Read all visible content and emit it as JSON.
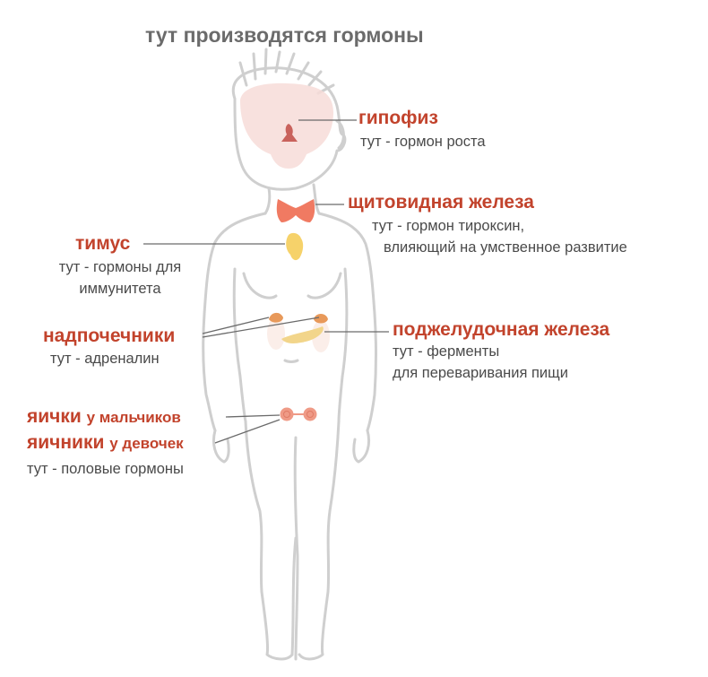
{
  "title": "тут производятся гормоны",
  "colors": {
    "label_red": "#c2432c",
    "text_grey": "#4a4a4a",
    "title_grey": "#6b6b6b",
    "outline": "#cfcfcf",
    "thyroid": "#f07a62",
    "thymus": "#f6d26a",
    "brain": "#f7dcd8",
    "pituitary": "#c9625c",
    "adrenal": "#e8995a",
    "pancreas": "#f2d58a",
    "gonads": "#ef9a86"
  },
  "glands": {
    "pituitary": {
      "name": "гипофиз",
      "desc": [
        "тут - гормон роста"
      ]
    },
    "thyroid": {
      "name": "щитовидная железа",
      "desc": [
        "тут - гормон тироксин,",
        "влияющий на умственное развитие"
      ]
    },
    "thymus": {
      "name": "тимус",
      "desc": [
        "тут - гормоны для",
        "иммунитета"
      ]
    },
    "adrenal": {
      "name": "надпочечники",
      "desc": [
        "тут - адреналин"
      ]
    },
    "pancreas": {
      "name": "поджелудочная железа",
      "desc": [
        "тут - ферменты",
        "для переваривания пищи"
      ]
    },
    "gonads": {
      "name_boys": "яички",
      "suffix_boys": "у мальчиков",
      "name_girls": "яичники",
      "suffix_girls": "у девочек",
      "desc": [
        "тут - половые гормоны"
      ]
    }
  }
}
